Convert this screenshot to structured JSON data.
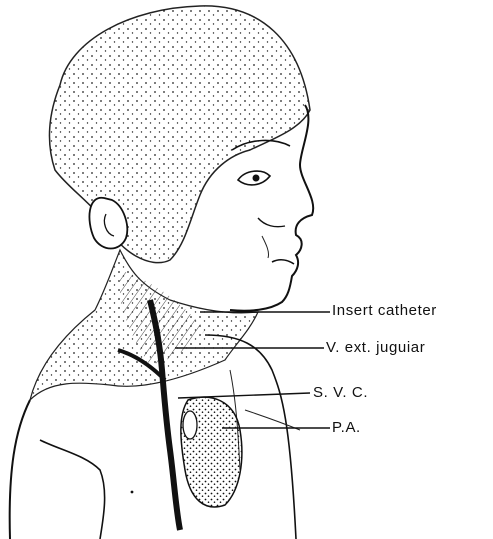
{
  "labels": {
    "insert_catheter": "Insert catheter",
    "v_ext_jugular": "V. ext. juguiar",
    "svc": "S. V. C.",
    "pa": "P.A."
  },
  "colors": {
    "ink": "#111111",
    "background": "#ffffff"
  }
}
